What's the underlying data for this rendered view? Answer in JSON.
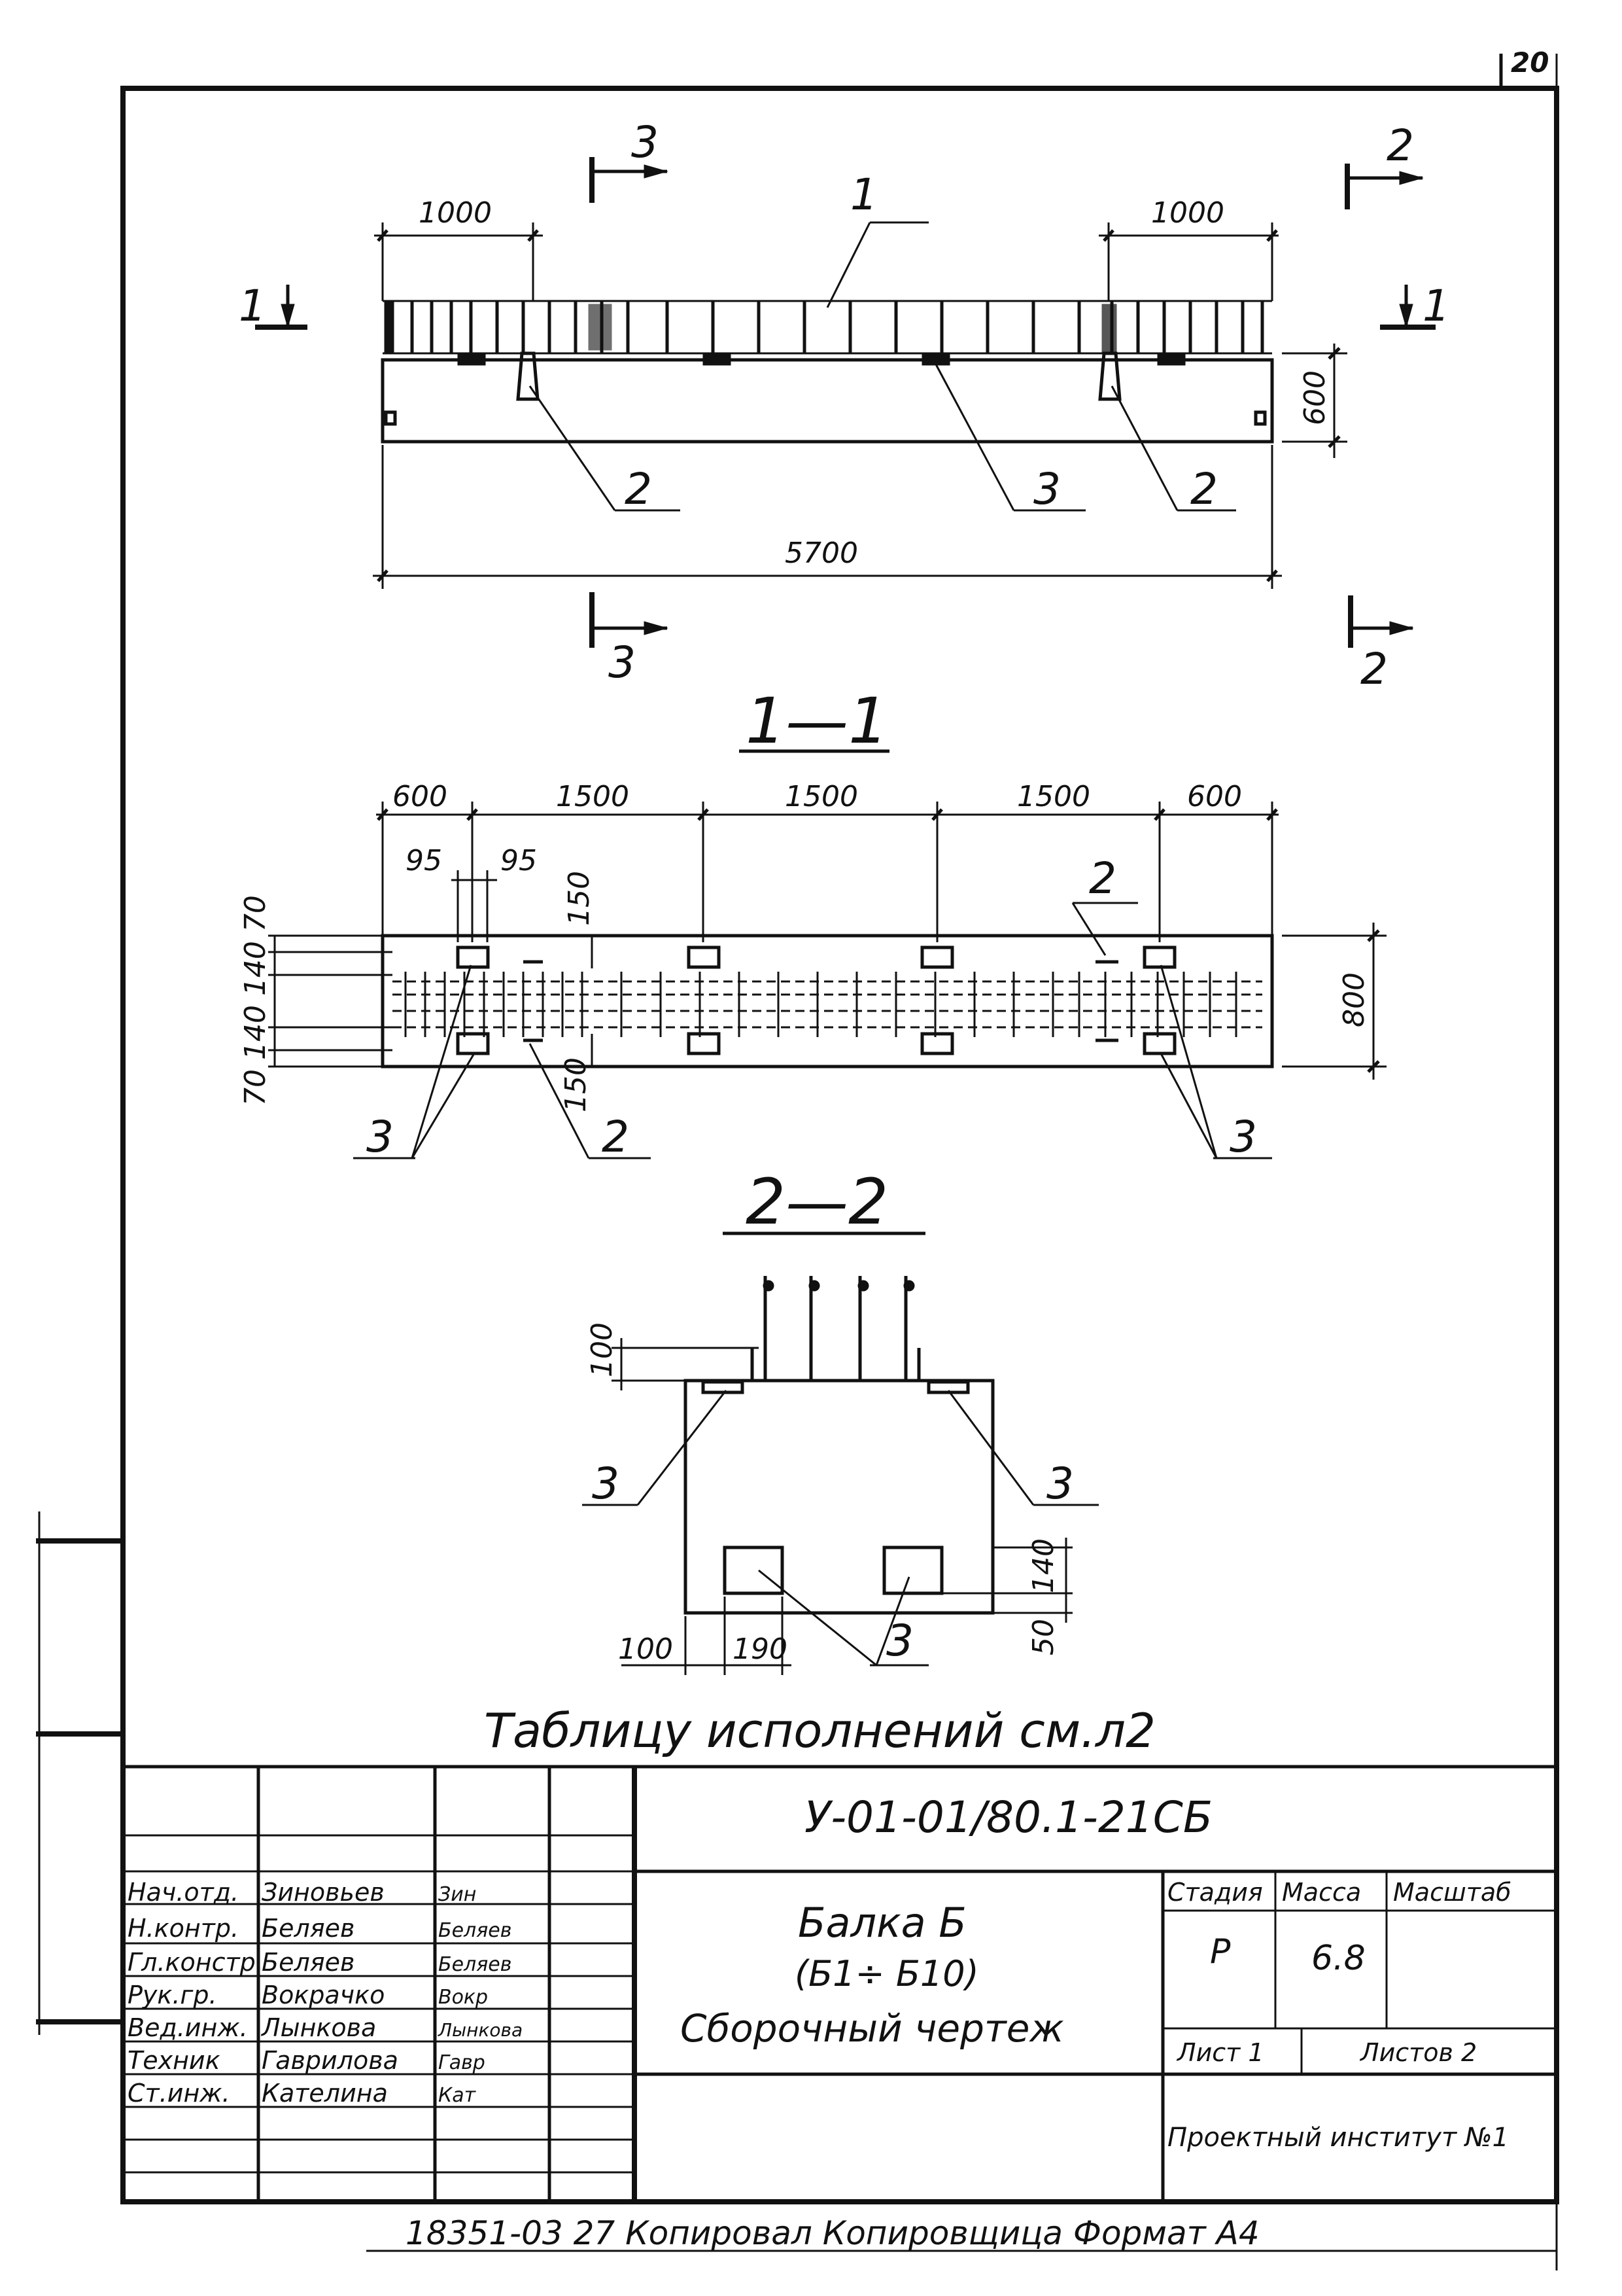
{
  "sheet_number": "20",
  "view_main": {
    "cut_marks": [
      "3",
      "2",
      "1",
      "1",
      "3",
      "2"
    ],
    "dims": {
      "left_zone": "1000",
      "right_zone": "1000",
      "height": "600",
      "length": "5700"
    },
    "callouts": {
      "top": "1",
      "left_2": "2",
      "mid_3": "3",
      "right_2": "2"
    }
  },
  "section_1_1": {
    "title": "1—1",
    "dims_top": [
      "600",
      "1500",
      "1500",
      "1500",
      "600"
    ],
    "dims_small": [
      "95",
      "95"
    ],
    "dim_150_top": "150",
    "dim_150_bottom": "150",
    "dim_height": "800",
    "left_stack": "70 140 140 70",
    "callouts": {
      "top_2": "2",
      "bottom_left_3": "3",
      "bottom_mid_2": "2",
      "bottom_right_3": "3"
    }
  },
  "section_2_2": {
    "title": "2—2",
    "dim_top": "100",
    "dim_140": "140",
    "dim_50": "50",
    "dim_100": "100",
    "dim_190": "190",
    "callouts": {
      "left_3": "3",
      "right_3": "3",
      "bottom_3": "3"
    }
  },
  "note": "Таблицу исполнений см.л2",
  "title_block": {
    "doc_code": "У-01-01/80.1-21СБ",
    "name_line1": "Балка Б",
    "name_line2": "(Б1÷ Б10)",
    "name_line3": "Сборочный чертеж",
    "col_headers": [
      "Стадия",
      "Масса",
      "Масштаб"
    ],
    "stage": "Р",
    "mass": "6.8",
    "scale": "",
    "sheet": "Лист 1",
    "sheets": "Листов 2",
    "org": "Проектный институт №1",
    "staff": [
      {
        "role": "Нач.отд.",
        "name": "Зиновьев",
        "sign": "Зин"
      },
      {
        "role": "Н.контр.",
        "name": "Беляев",
        "sign": "Беляев"
      },
      {
        "role": "Гл.констр.",
        "name": "Беляев",
        "sign": "Беляев"
      },
      {
        "role": "Рук.гр.",
        "name": "Вокрачко",
        "sign": "Вокр"
      },
      {
        "role": "Вед.инж.",
        "name": "Лынкова",
        "sign": "Лынкова"
      },
      {
        "role": "Техник",
        "name": "Гаврилова",
        "sign": "Гавр"
      },
      {
        "role": "Ст.инж.",
        "name": "Кателина",
        "sign": "Кат"
      }
    ]
  },
  "footer": "18351-03 27 Копировал  Копировщица  Формат А4"
}
